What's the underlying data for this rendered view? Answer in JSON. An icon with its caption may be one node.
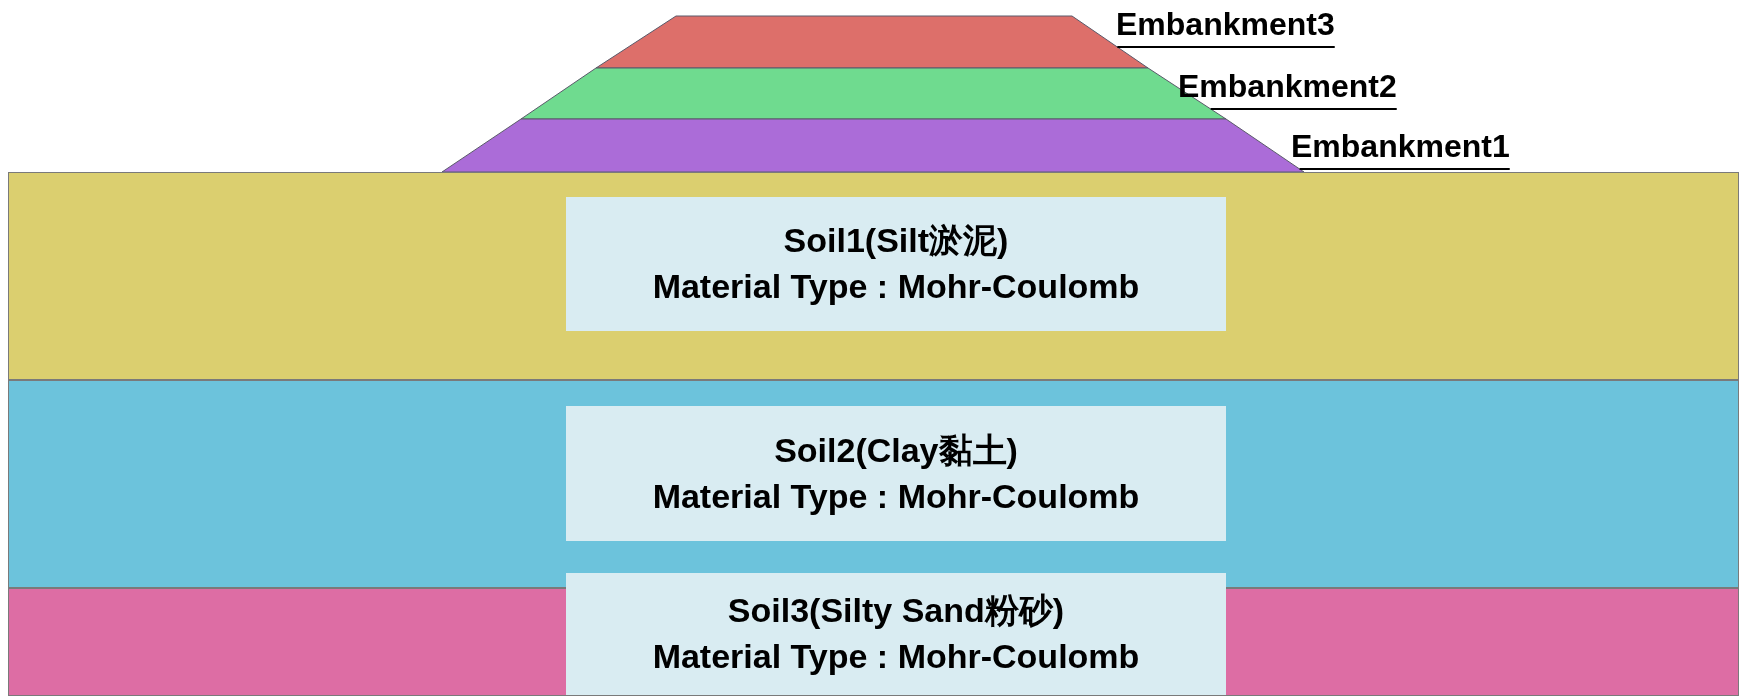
{
  "diagram": {
    "nodes": [
      {
        "text": [],
        "shape": "trapezoid"
      },
      {
        "text": [],
        "shape": "trapezoid"
      },
      {
        "text": [],
        "shape": "trapezoid"
      },
      {
        "text": [
          "Embankment3"
        ]
      },
      {
        "text": [
          "Embankment2"
        ]
      },
      {
        "text": [
          "Embankment1"
        ]
      },
      {
        "text": [],
        "shape": "box"
      },
      {
        "text": [
          "Soil1(Silt淤泥)",
          "Material Type : Mohr-Coulomb"
        ],
        "in": 6
      },
      {
        "text": [],
        "shape": "box"
      },
      {
        "text": [
          "Soil2(Clay黏土)",
          "Material Type : Mohr-Coulomb"
        ],
        "in": 8
      },
      {
        "text": [],
        "shape": "box"
      },
      {
        "text": [
          "Soil3(Silty Sand粉砂)",
          "Material Type : Mohr-Coulomb"
        ],
        "in": 10
      }
    ],
    "edges": [
      {
        "from": 3,
        "to": 0,
        "arrow": "none"
      },
      {
        "from": 4,
        "to": 1,
        "arrow": "none"
      },
      {
        "from": 5,
        "to": 2,
        "arrow": "none"
      }
    ]
  }
}
